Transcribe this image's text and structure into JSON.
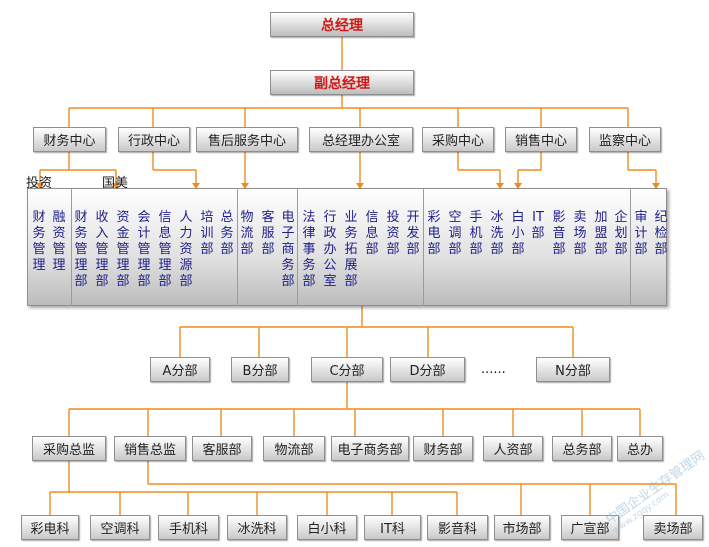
{
  "top": {
    "ceo": "总经理",
    "deputy": "副总经理"
  },
  "centers": [
    "财务中心",
    "行政中心",
    "售后服务中心",
    "总经理办公室",
    "采购中心",
    "销售中心",
    "监察中心"
  ],
  "notes": {
    "investment": "投资",
    "usa": "国美"
  },
  "departments": [
    "财务管理",
    "融资管理",
    "财务管理部",
    "收入管理部",
    "资金管理部",
    "会计管理部",
    "信息管理部",
    "人力资源部",
    "培训部",
    "总务部",
    "物流部",
    "客服部",
    "电子商务部",
    "法律事务部",
    "行政办公室",
    "业务拓展部",
    "信息部",
    "投资部",
    "开发部",
    "彩电部",
    "空调部",
    "手机部",
    "冰洗部",
    "白小部",
    "IT部",
    "影音部",
    "卖场部",
    "加盟部",
    "企划部",
    "审计部",
    "纪检部"
  ],
  "branches": [
    "A分部",
    "B分部",
    "C分部",
    "D分部",
    "N分部"
  ],
  "ellipsis": "......",
  "branch_units": [
    "采购总监",
    "销售总监",
    "客服部",
    "物流部",
    "电子商务部",
    "财务部",
    "人资部",
    "总务部",
    "总办"
  ],
  "product_depts": [
    "彩电科",
    "空调科",
    "手机科",
    "冰洗科",
    "白小科",
    "IT科",
    "影音科",
    "市场部",
    "广宣部",
    "卖场部"
  ],
  "watermark": "中国企业生存管理网",
  "watermark_url": "www.zgqy.com",
  "colors": {
    "connector": "#f08c1e",
    "title_red": "#d01818",
    "dept_text": "#1e1e8c"
  }
}
